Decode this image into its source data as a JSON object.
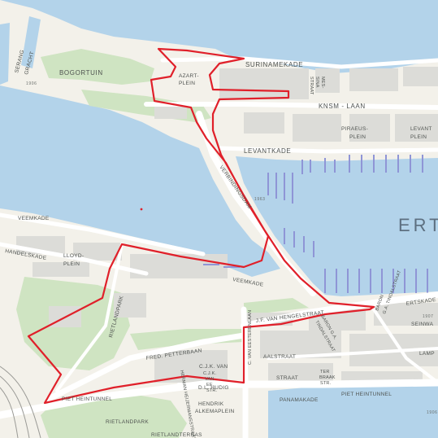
{
  "colors": {
    "water": "#b3d3ea",
    "land": "#f3f1ea",
    "park": "#cfe4c2",
    "building": "#dcdcd8",
    "road": "#ffffff",
    "boundary": "#e0202a",
    "boats": "#8f95d6",
    "label": "#4f5350",
    "water_label": "#5d6f80"
  },
  "labels": {
    "surinamekade": "SURINAMEKADE",
    "azartplein_1": "AZART-",
    "azartplein_2": "PLEIN",
    "messtraat_1": "MES-",
    "messtraat_2": "SINA",
    "messtraat_3": "STRAAT",
    "bogortuin": "BOGORTUIN",
    "serang_1": "SERANG",
    "serang_2": "GRACHT",
    "knsm_laan": "KNSM - LAAN",
    "piraeusplein_1": "PIRAEUS-",
    "piraeusplein_2": "PLEIN",
    "levantplein_1": "LEVANT",
    "levantplein_2": "PLEIN",
    "levantkade": "LEVANTKADE",
    "verbindingsdam": "VERBINDINGSDAM",
    "veemkade_upper": "VEEMKADE",
    "handelskade": "HANDELSKADE",
    "lloydplein_1": "LLOYD-",
    "lloydplein_2": "PLEIN",
    "rietlandpark_street": "RIETLANDPARK",
    "veemkade_lower": "VEEMKADE",
    "ertskade": "ERTSKADE",
    "water_ert": "ERT",
    "jfvanhengelstraat": "J.F. VAN HENGELSTRAAT",
    "baron_gatindalstraat_1": "BARON",
    "baron_gatindalstraat_2": "G.A. TINDALSTRAAT",
    "baron_gatindalstraat_3": "BARON G.A.",
    "baron_gatindalstraat_4": "TINDALSTRAAT",
    "seinwal": "SEINWA",
    "lamp": "LAMP",
    "fredpetterbaan": "FRED. PETTERBAAN",
    "cjk_1": "C.J.K. VAN",
    "cjk_2": "AALSTRAAT",
    "hermanheijermansstraat": "HERMAN HEIJERMANSSTRAAT",
    "cjkvan_small_1": "C.J.K.",
    "cjkvan_small_2": "VAN",
    "cjkvan_small_3": "EE.",
    "cjkvan_small_4": "STR.",
    "dlhudig": "D.L. HUDIG",
    "dlhudigstraat": "STRAAT",
    "terbraakstraat_1": "TER",
    "terbraakstraat_2": "BRAAK",
    "terbraakstraat_3": "STR.",
    "cvaneesterenlaan": "C. VAN EESTERENLAAN",
    "pietheintunnel_left": "PIET HEINTUNNEL",
    "hendrik_1": "HENDRIK",
    "hendrik_2": "ALKEMAPLEIN",
    "panamakade": "PANAMAKADE",
    "pietheintunnel_right": "PIET HEINTUNNEL",
    "rietlandpark_area": "RIETLANDPARK",
    "rietlandterras": "RIETLANDTERRAS",
    "num_1": "1906",
    "num_2": "1963",
    "num_3": "1907",
    "num_4": "1906"
  }
}
